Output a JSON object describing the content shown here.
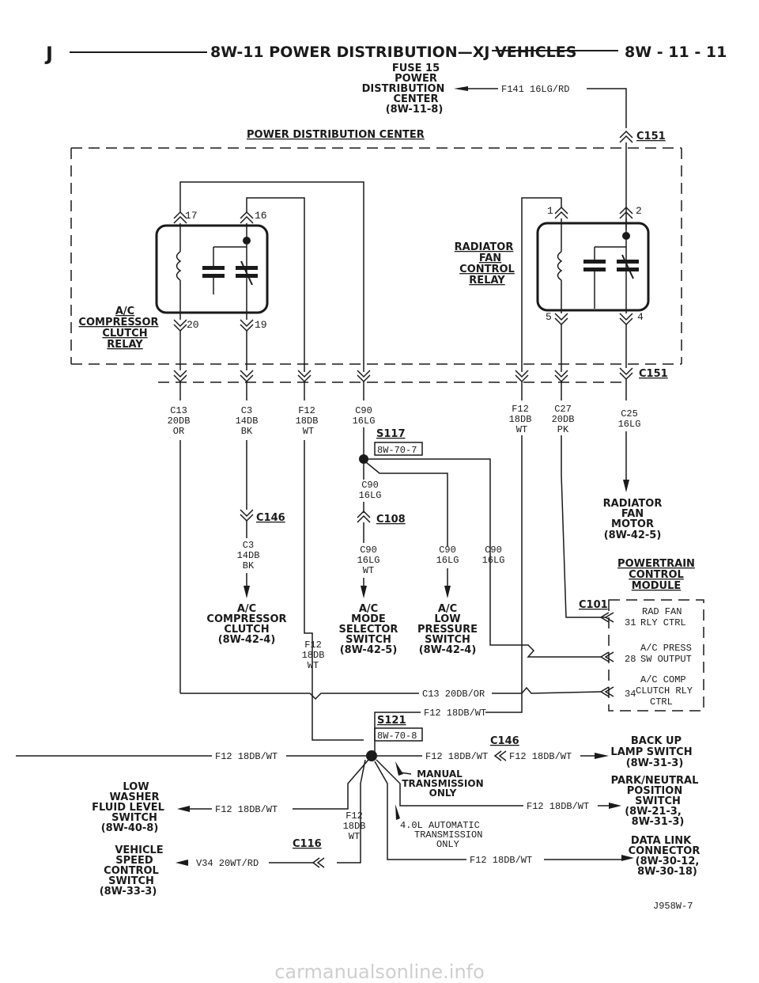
{
  "header": {
    "left": "J",
    "title": "8W-11 POWER DISTRIBUTION—XJ VEHICLES",
    "page": "8W - 11 - 11"
  },
  "fuse": {
    "l1": "FUSE 15",
    "l2": "POWER",
    "l3": "DISTRIBUTION",
    "l4": "CENTER",
    "l5": "(8W-11-8)",
    "wire": "F141 16LG/RD"
  },
  "pdc_label": "POWER DISTRIBUTION CENTER",
  "connectors": {
    "c151_top": "C151",
    "c151_bot": "C151",
    "c146_a": "C146",
    "c108": "C108",
    "s117": "S117",
    "s117_ref": "8W-70-7",
    "c101": "C101",
    "s121": "S121",
    "s121_ref": "8W-70-8",
    "c146_b": "C146",
    "c116": "C116"
  },
  "acrelay": {
    "l1": "A/C",
    "l2": "COMPRESSOR",
    "l3": "CLUTCH",
    "l4": "RELAY",
    "p17": "17",
    "p16": "16",
    "p20": "20",
    "p19": "19"
  },
  "radrelay": {
    "l1": "RADIATOR",
    "l2": "FAN",
    "l3": "CONTROL",
    "l4": "RELAY",
    "p1": "1",
    "p2": "2",
    "p5": "5",
    "p4": "4"
  },
  "wires": {
    "c13": {
      "a": "C13",
      "b": "20DB",
      "c": "OR"
    },
    "c3": {
      "a": "C3",
      "b": "14DB",
      "c": "BK"
    },
    "f12": {
      "a": "F12",
      "b": "18DB",
      "c": "WT"
    },
    "c90": {
      "a": "C90",
      "b": "16LG"
    },
    "f12r": {
      "a": "F12",
      "b": "18DB",
      "c": "WT"
    },
    "c27": {
      "a": "C27",
      "b": "20DB",
      "c": "PK"
    },
    "c25": {
      "a": "C25",
      "b": "16LG"
    },
    "c90b": {
      "a": "C90",
      "b": "16LG"
    },
    "c3b": {
      "a": "C3",
      "b": "14DB",
      "c": "BK"
    },
    "c90c": {
      "a": "C90",
      "b": "16LG",
      "c": "WT"
    },
    "c90d": {
      "a": "C90",
      "b": "16LG"
    },
    "c90e": {
      "a": "C90",
      "b": "16LG"
    },
    "f12m": {
      "a": "F12",
      "b": "18DB",
      "c": "WT"
    },
    "f12s": {
      "a": "F12",
      "b": "18DB",
      "c": "WT"
    },
    "c13h": "C13 20DB/OR",
    "f12h1": "F12 18DB/WT",
    "f12h2": "F12 18DB/WT",
    "f12h3": "F12 18DB/WT",
    "f12h4": "F12 18DB/WT",
    "f12h5": "F12 18DB/WT",
    "f12h6": "F12 18DB/WT",
    "f12h7": "F12 18DB/WT",
    "v34": "V34 20WT/RD"
  },
  "components": {
    "radmotor": {
      "l1": "RADIATOR",
      "l2": "FAN",
      "l3": "MOTOR",
      "l4": "(8W-42-5)"
    },
    "pcm": {
      "l1": "POWERTRAIN",
      "l2": "CONTROL",
      "l3": "MODULE",
      "p31": "31",
      "p31a": "RAD FAN",
      "p31b": "RLY CTRL",
      "p28": "28",
      "p28a": "A/C PRESS",
      "p28b": "SW OUTPUT",
      "p34": "34",
      "p34a": "A/C COMP",
      "p34b": "CLUTCH RLY",
      "p34c": "CTRL"
    },
    "acclutch": {
      "l1": "A/C",
      "l2": "COMPRESSOR",
      "l3": "CLUTCH",
      "l4": "(8W-42-4)"
    },
    "acmode": {
      "l1": "A/C",
      "l2": "MODE",
      "l3": "SELECTOR",
      "l4": "SWITCH",
      "l5": "(8W-42-5)"
    },
    "aclow": {
      "l1": "A/C",
      "l2": "LOW",
      "l3": "PRESSURE",
      "l4": "SWITCH",
      "l5": "(8W-42-4)"
    },
    "backup": {
      "l1": "BACK UP",
      "l2": "LAMP SWITCH",
      "l3": "(8W-31-3)"
    },
    "manual": {
      "l1": "MANUAL",
      "l2": "TRANSMISSION",
      "l3": "ONLY"
    },
    "parkneutral": {
      "l1": "PARK/NEUTRAL",
      "l2": "POSITION",
      "l3": "SWITCH",
      "l4": "(8W-21-3,",
      "l5": "8W-31-3)"
    },
    "auto": {
      "l1": "4.0L AUTOMATIC",
      "l2": "TRANSMISSION",
      "l3": "ONLY"
    },
    "datalink": {
      "l1": "DATA LINK",
      "l2": "CONNECTOR",
      "l3": "(8W-30-12,",
      "l4": "8W-30-18)"
    },
    "washer": {
      "l1": "LOW",
      "l2": "WASHER",
      "l3": "FLUID LEVEL",
      "l4": "SWITCH",
      "l5": "(8W-40-8)"
    },
    "vss": {
      "l1": "VEHICLE",
      "l2": "SPEED",
      "l3": "CONTROL",
      "l4": "SWITCH",
      "l5": "(8W-33-3)"
    }
  },
  "figure_id": "J958W-7",
  "watermark": "carmanualsonline.info"
}
